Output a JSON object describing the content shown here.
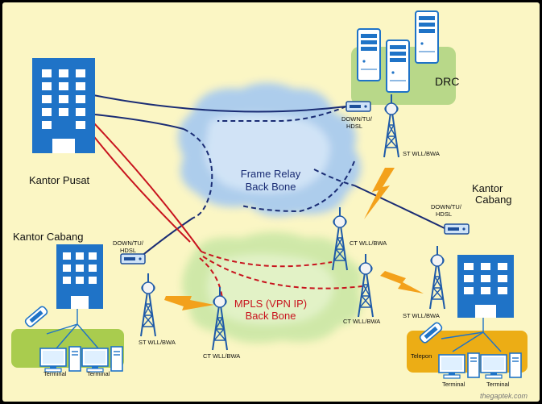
{
  "labels": {
    "head_office": "Kantor Pusat",
    "branch_right": [
      "Kantor",
      "Cabang"
    ],
    "branch_left": "Kantor Cabang",
    "drc": "DRC",
    "frame_relay": [
      "Frame Relay",
      "Back Bone"
    ],
    "mpls": [
      "MPLS (VPN IP)",
      "Back Bone"
    ],
    "modem_drc": [
      "DOWN/TU/",
      "HDSL"
    ],
    "modem_right": [
      "DOWN/TU/",
      "HDSL"
    ],
    "modem_left": [
      "DOWN/TU/",
      "HDSL"
    ],
    "tower_st_top": "ST WLL/BWA",
    "tower_ct_top": "CT WLL/BWA",
    "tower_ct_mid": "CT WLL/BWA",
    "tower_st_right": "ST WLL/BWA",
    "tower_st_left": "ST WLL/BWA",
    "tower_ct_bottom": "CT WLL/BWA",
    "terminal_1": "Terminal",
    "terminal_2": "Terminal",
    "terminal_3": "Terminal",
    "terminal_4": "Terminal",
    "telepon": "Telepon",
    "watermark": "thegaptek.com"
  },
  "colors": {
    "background": "#fbf6c4",
    "frame_relay_cloud": "#a9cbef",
    "mpls_cloud": "#cde8a7",
    "drc_pad": "#b8d889",
    "branch_pad_left": "#a9cc4e",
    "branch_pad_right": "#ecad15",
    "building": "#1f73c7",
    "frame_relay_link": "#1a2c74",
    "mpls_link": "#c8141e",
    "wireless_bolt": "#f3a11b"
  }
}
